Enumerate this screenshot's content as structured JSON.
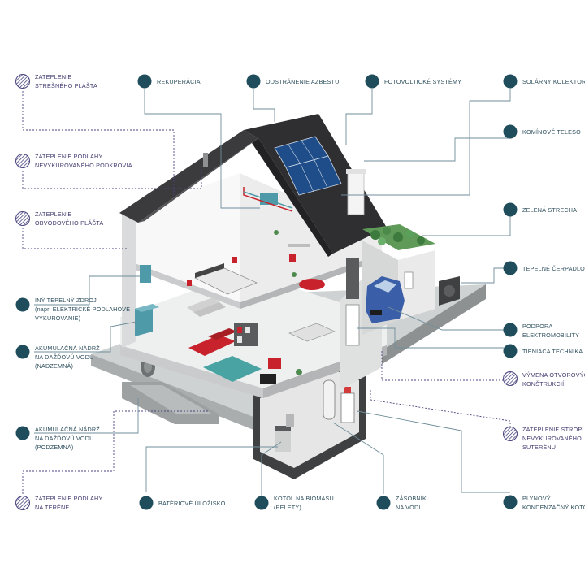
{
  "colors": {
    "teal": "#1f4d5c",
    "purple": "#4a4680",
    "line": "#6f8e9a",
    "roof": "#3b3a3d",
    "floor": "#dcdcdc",
    "accent_red": "#c8232c",
    "grass": "#4f8a4e",
    "car": "#3a5fa8"
  },
  "callouts": {
    "strecha_plast": {
      "icon": "hatch-circle-icon",
      "lines": [
        "ZATEPLENIE",
        "STREŠNÉHO PLÁŠTA"
      ]
    },
    "podkrovie": {
      "icon": "hatch-circle-icon",
      "lines": [
        "ZATEPLENIE PODLAHY",
        "NEVYKUROVANÉHO PODKROVIA"
      ]
    },
    "obvodovy_plast": {
      "icon": "hatch-circle-icon",
      "lines": [
        "ZATEPLENIE",
        "OBVODOVÉHO PLÁŠTA"
      ]
    },
    "iny_zdroj": {
      "icon": "teal-circle-icon",
      "lines": [
        "INÝ TEPELNÝ ZDROJ",
        "(napr. ELEKTRICKÉ PODLAHOVÉ",
        "VYKUROVANIE)"
      ]
    },
    "nadrz_nadzemna": {
      "icon": "teal-circle-icon",
      "lines": [
        "AKUMULAČNÁ NÁDRŽ",
        "NA DAŽĎOVÚ VODU",
        "(NADZEMNÁ)"
      ]
    },
    "nadrz_podzemna": {
      "icon": "teal-circle-icon",
      "lines": [
        "AKUMULAČNÁ NÁDRŽ",
        "NA DAŽĎOVÚ VODU",
        "(PODZEMNÁ)"
      ]
    },
    "podlaha_teren": {
      "icon": "hatch-circle-icon",
      "lines": [
        "ZATEPLENIE PODLAHY",
        "NA TERÉNE"
      ]
    },
    "rekuperacia": {
      "icon": "teal-circle-icon",
      "lines": [
        "REKUPERÁCIA"
      ]
    },
    "azbest": {
      "icon": "teal-circle-icon",
      "lines": [
        "ODSTRÁNENIE AZBESTU"
      ]
    },
    "fotovoltika": {
      "icon": "teal-circle-icon",
      "lines": [
        "FOTOVOLTICKÉ SYSTÉMY"
      ]
    },
    "solarny": {
      "icon": "teal-circle-icon",
      "lines": [
        "SOLÁRNY KOLEKTOR"
      ]
    },
    "komin": {
      "icon": "teal-circle-icon",
      "lines": [
        "KOMÍNOVÉ TELESO"
      ]
    },
    "zelena": {
      "icon": "teal-circle-icon",
      "lines": [
        "ZELENÁ STRECHA"
      ]
    },
    "cerpadlo": {
      "icon": "teal-circle-icon",
      "lines": [
        "TEPELNÉ ČERPADLO"
      ]
    },
    "elektromobilita": {
      "icon": "teal-circle-icon",
      "lines": [
        "PODPORA",
        "ELEKTROMOBILITY"
      ]
    },
    "tienenie": {
      "icon": "teal-circle-icon",
      "lines": [
        "TIENIACA TECHNIKA"
      ]
    },
    "otvory": {
      "icon": "hatch-circle-icon",
      "lines": [
        "VÝMENA OTVOROVÝCH",
        "KONŠTRUKCIÍ"
      ]
    },
    "suteren": {
      "icon": "hatch-circle-icon",
      "lines": [
        "ZATEPLENIE STROPU",
        "NEVYKUROVANÉHO",
        "SUTERÉNU"
      ]
    },
    "plynovy": {
      "icon": "teal-circle-icon",
      "lines": [
        "PLYNOVÝ",
        "KONDENZAČNÝ KOTOL"
      ]
    },
    "bateriove": {
      "icon": "teal-circle-icon",
      "lines": [
        "BATÉRIOVÉ ÚLOŽISKO"
      ]
    },
    "kotol": {
      "icon": "teal-circle-icon",
      "lines": [
        "KOTOL NA BIOMASU",
        "(PELETY)"
      ]
    },
    "zasobnik": {
      "icon": "teal-circle-icon",
      "lines": [
        "ZÁSOBNÍK",
        "NA VODU"
      ]
    }
  }
}
